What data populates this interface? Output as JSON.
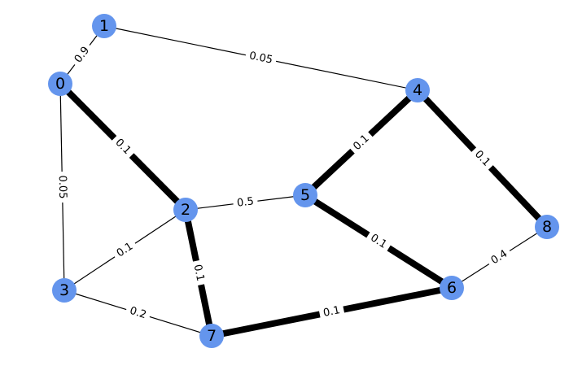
{
  "graph": {
    "node_color": "#6495ED",
    "edge_color": "#000000",
    "nodes": [
      {
        "id": "n0",
        "label": "0"
      },
      {
        "id": "n1",
        "label": "1"
      },
      {
        "id": "n2",
        "label": "2"
      },
      {
        "id": "n3",
        "label": "3"
      },
      {
        "id": "n4",
        "label": "4"
      },
      {
        "id": "n5",
        "label": "5"
      },
      {
        "id": "n6",
        "label": "6"
      },
      {
        "id": "n7",
        "label": "7"
      },
      {
        "id": "n8",
        "label": "8"
      }
    ],
    "edges": [
      {
        "from": "0",
        "to": "1",
        "label": "0.9",
        "emphasis": "thin"
      },
      {
        "from": "1",
        "to": "4",
        "label": "0.05",
        "emphasis": "thin"
      },
      {
        "from": "0",
        "to": "2",
        "label": "0.1",
        "emphasis": "thick"
      },
      {
        "from": "0",
        "to": "3",
        "label": "0.05",
        "emphasis": "thin"
      },
      {
        "from": "4",
        "to": "5",
        "label": "0.1",
        "emphasis": "thick"
      },
      {
        "from": "4",
        "to": "8",
        "label": "0.1",
        "emphasis": "thick"
      },
      {
        "from": "2",
        "to": "5",
        "label": "0.5",
        "emphasis": "thin"
      },
      {
        "from": "2",
        "to": "3",
        "label": "0.1",
        "emphasis": "thin"
      },
      {
        "from": "2",
        "to": "7",
        "label": "0.1",
        "emphasis": "thick"
      },
      {
        "from": "5",
        "to": "6",
        "label": "0.1",
        "emphasis": "thick"
      },
      {
        "from": "8",
        "to": "6",
        "label": "0.4",
        "emphasis": "thin"
      },
      {
        "from": "3",
        "to": "7",
        "label": "0.2",
        "emphasis": "thin"
      },
      {
        "from": "7",
        "to": "6",
        "label": "0.1",
        "emphasis": "thick"
      }
    ]
  }
}
